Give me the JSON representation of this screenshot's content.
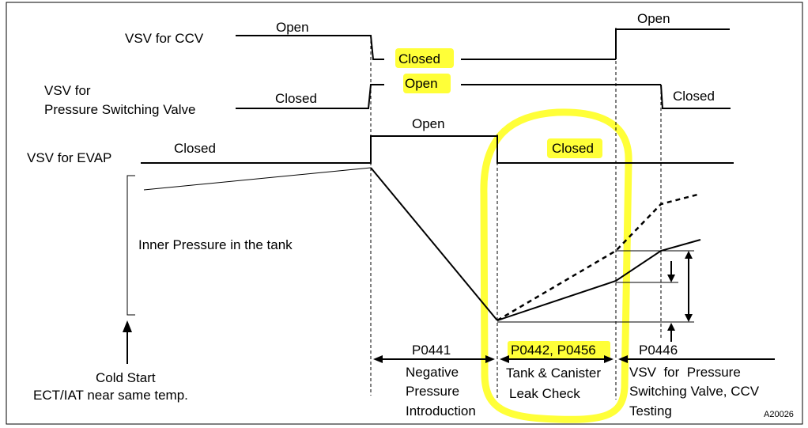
{
  "title": "",
  "colors": {
    "line": "#000000",
    "highlight": "#ffff38",
    "background": "#ffffff"
  },
  "rows": {
    "ccv": {
      "label": "VSV for CCV",
      "open_1": "Open",
      "closed": "Closed",
      "open_2": "Open"
    },
    "psv": {
      "label_line1": "VSV for",
      "label_line2": "Pressure Switching Valve",
      "closed_1": "Closed",
      "open": "Open",
      "closed_2": "Closed"
    },
    "evap": {
      "label": "VSV for EVAP",
      "closed_1": "Closed",
      "open": "Open",
      "closed_2": "Closed"
    },
    "pressure": {
      "label": "Inner Pressure in the tank"
    }
  },
  "start": {
    "line1": "Cold Start",
    "line2": "ECT/IAT near same temp."
  },
  "phases": [
    {
      "code": "P0441",
      "line1": "Negative",
      "line2": "Pressure",
      "line3": "Introduction"
    },
    {
      "code": "P0442, P0456",
      "line1": "Tank & Canister",
      "line2": "Leak Check"
    },
    {
      "code": "P0446",
      "line1": "VSV  for  Pressure",
      "line2": "Switching Valve, CCV",
      "line3": "Testing"
    }
  ],
  "figure_id": "A20026"
}
